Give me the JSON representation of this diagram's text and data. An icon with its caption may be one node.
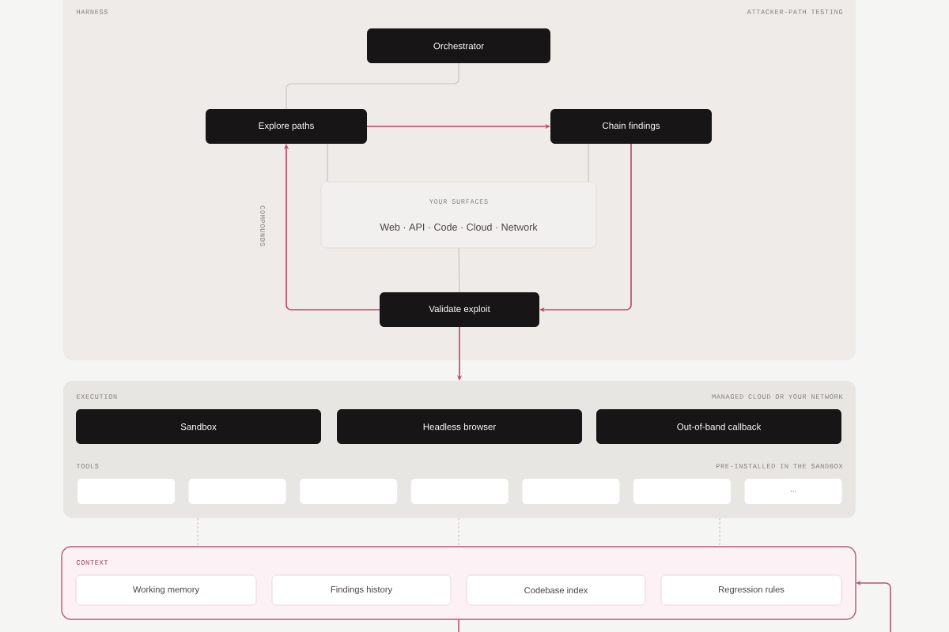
{
  "diagram": {
    "nodes": [
      {
        "text": [
          "HARNESS",
          "ATTACKER-PATH TESTING"
        ]
      },
      {
        "text": [
          "Orchestrator"
        ],
        "in": 0
      },
      {
        "text": [
          "Explore paths"
        ],
        "in": 0
      },
      {
        "text": [
          "Chain findings"
        ],
        "in": 0
      },
      {
        "text": [
          "YOUR SURFACES",
          "Web · API · Code · Cloud · Network"
        ],
        "in": 0
      },
      {
        "text": [
          "Validate exploit"
        ],
        "in": 0
      },
      {
        "text": [
          "EXECUTION",
          "MANAGED CLOUD OR YOUR NETWORK",
          "TOOLS",
          "PRE-INSTALLED IN THE SANDBOX"
        ]
      },
      {
        "text": [
          "Sandbox"
        ],
        "in": 6
      },
      {
        "text": [
          "Headless browser"
        ],
        "in": 6
      },
      {
        "text": [
          "Out-of-band callback"
        ],
        "in": 6
      },
      {
        "text": [],
        "shape": "box",
        "in": 6
      },
      {
        "text": [],
        "shape": "box",
        "in": 6
      },
      {
        "text": [],
        "shape": "box",
        "in": 6
      },
      {
        "text": [],
        "shape": "box",
        "in": 6
      },
      {
        "text": [],
        "shape": "box",
        "in": 6
      },
      {
        "text": [],
        "shape": "box",
        "in": 6
      },
      {
        "text": [
          "..."
        ],
        "in": 6
      },
      {
        "text": [
          "CONTEXT"
        ]
      },
      {
        "text": [
          "Working memory"
        ],
        "in": 17
      },
      {
        "text": [
          "Findings history"
        ],
        "in": 17
      },
      {
        "text": [
          "Codebase index"
        ],
        "in": 17
      },
      {
        "text": [
          "Regression rules"
        ],
        "in": 17
      }
    ],
    "edges": [
      {
        "from": 1,
        "to": 2,
        "arrow": "none"
      },
      {
        "from": 2,
        "to": 3,
        "arrow": "to",
        "color": "#c2416a"
      },
      {
        "from": 2,
        "to": 4,
        "arrow": "none"
      },
      {
        "from": 3,
        "to": 4,
        "arrow": "none"
      },
      {
        "from": 3,
        "to": 5,
        "arrow": "to",
        "color": "#c2416a"
      },
      {
        "from": 4,
        "to": 5,
        "arrow": "none"
      },
      {
        "from": 5,
        "to": 2,
        "arrow": "to",
        "color": "#c2416a",
        "label": "COMPOUNDS"
      },
      {
        "from": 5,
        "to": 6,
        "arrow": "to",
        "color": "#c2416a"
      },
      {
        "from": 6,
        "to": 17,
        "arrow": "none",
        "style": "dashed"
      },
      {
        "from": 6,
        "to": 17,
        "arrow": "none",
        "style": "dashed"
      },
      {
        "from": 6,
        "to": 17,
        "arrow": "none",
        "style": "dashed"
      },
      {
        "from": 17,
        "to": null,
        "arrow": "none",
        "color": "#b0577a"
      },
      {
        "from": null,
        "to": 17,
        "arrow": "to",
        "color": "#b0577a"
      }
    ]
  }
}
